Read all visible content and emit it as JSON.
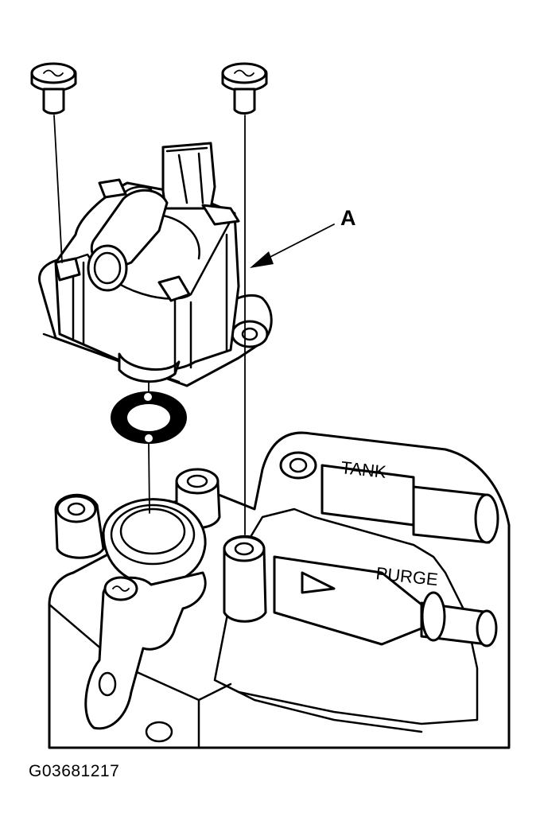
{
  "callout_label": "A",
  "port_labels": {
    "tank": "TANK",
    "purge": "PURGE"
  },
  "figure_id": "G03681217"
}
